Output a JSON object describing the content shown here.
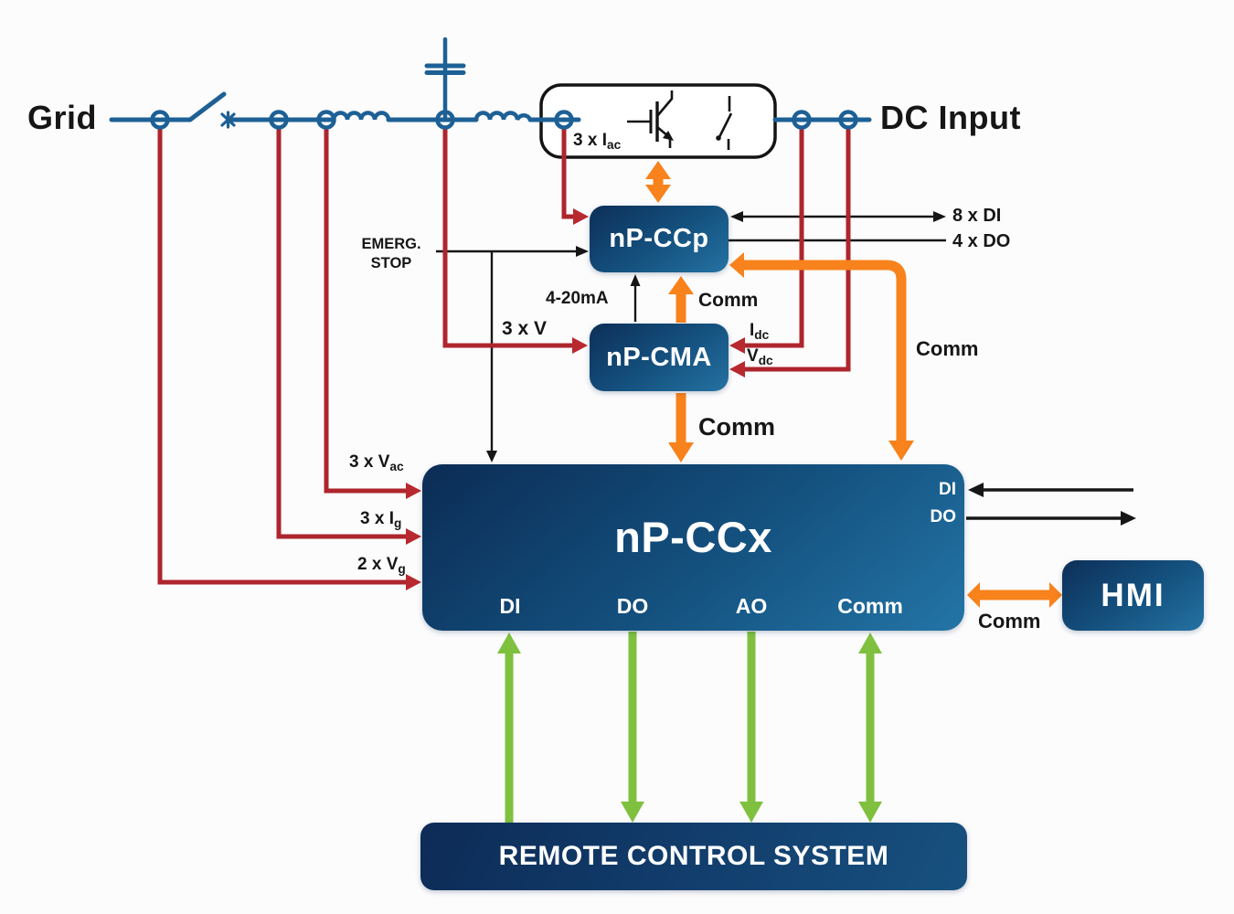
{
  "colors": {
    "bus_blue": "#1D6095",
    "measure_red": "#AE252D",
    "comm_orange": "#F8821C",
    "remote_green": "#7FC13F",
    "signal_black": "#161616",
    "box_gradient_dark": "#0D2F58",
    "box_gradient_light": "#2472A2"
  },
  "endpoints": {
    "grid": "Grid",
    "dc_input": "DC Input"
  },
  "converter": {
    "current_label": {
      "main": "3 x I",
      "sub": "ac"
    }
  },
  "controllers": {
    "ccp": {
      "title": "nP-CCp"
    },
    "cma": {
      "title": "nP-CMA"
    },
    "ccx": {
      "title": "nP-CCx",
      "bottom_ports": [
        "DI",
        "DO",
        "AO",
        "Comm"
      ],
      "right_ports": [
        "DI",
        "DO"
      ]
    },
    "hmi": {
      "title": "HMI"
    },
    "remote": {
      "title": "REMOTE CONTROL SYSTEM"
    }
  },
  "signals": {
    "emerg_stop": {
      "line1": "EMERG.",
      "line2": "STOP"
    },
    "di8": "8 x DI",
    "do4": "4 x DO",
    "current_loop": "4-20mA",
    "comm_cma_ccp": "Comm",
    "comm_cma_ccx": "Comm",
    "comm_ccp_ccx": "Comm",
    "comm_hmi": "Comm",
    "v3": "3 x V",
    "idc": {
      "main": "I",
      "sub": "dc"
    },
    "vdc": {
      "main": "V",
      "sub": "dc"
    },
    "vac": {
      "main": "3 x V",
      "sub": "ac"
    },
    "ig": {
      "main": "3 x I",
      "sub": "g"
    },
    "vg": {
      "main": "2 x V",
      "sub": "g"
    }
  }
}
